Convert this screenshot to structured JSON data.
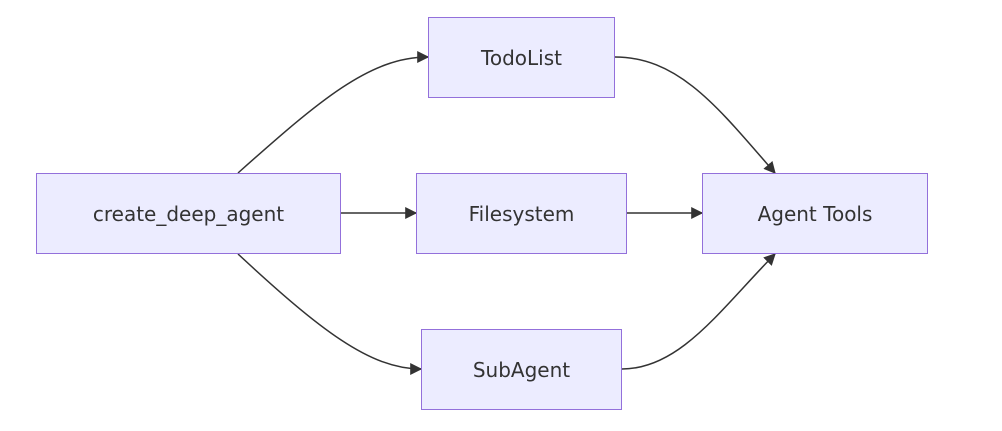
{
  "nodes": {
    "create": {
      "label": "create_deep_agent"
    },
    "todo": {
      "label": "TodoList"
    },
    "filesystem": {
      "label": "Filesystem"
    },
    "subagent": {
      "label": "SubAgent"
    },
    "tools": {
      "label": "Agent Tools"
    }
  },
  "edges": [
    {
      "from": "create_deep_agent",
      "to": "TodoList"
    },
    {
      "from": "create_deep_agent",
      "to": "Filesystem"
    },
    {
      "from": "create_deep_agent",
      "to": "SubAgent"
    },
    {
      "from": "TodoList",
      "to": "Agent Tools"
    },
    {
      "from": "Filesystem",
      "to": "Agent Tools"
    },
    {
      "from": "SubAgent",
      "to": "Agent Tools"
    }
  ],
  "colors": {
    "node_fill": "#ececff",
    "node_border": "#9370db",
    "edge": "#333333",
    "text": "#333333",
    "background": "#ffffff"
  }
}
